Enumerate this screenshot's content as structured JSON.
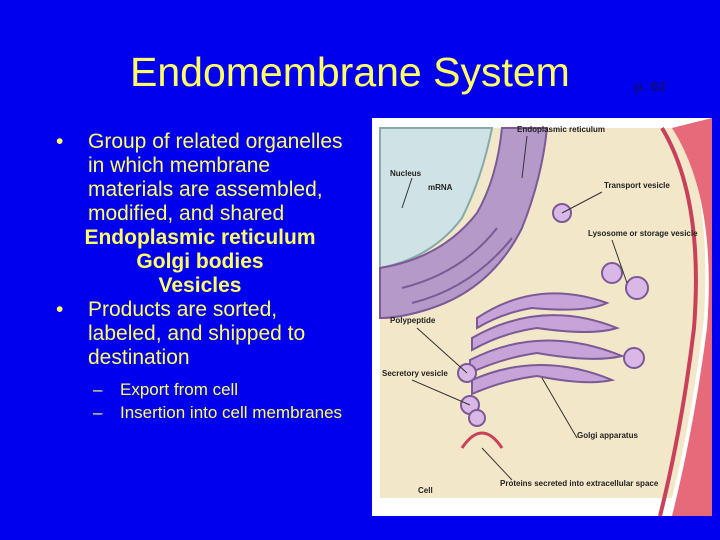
{
  "slide": {
    "title": "Endomembrane System",
    "page_ref": "p. 62",
    "bullets": [
      {
        "text": "Group of related organelles in which membrane materials are assembled, modified, and shared"
      },
      {
        "text": "Products are sorted, labeled, and shipped to destination"
      }
    ],
    "centered_items": [
      "Endoplasmic reticulum",
      "Golgi bodies",
      "Vesicles"
    ],
    "sub_bullets": [
      "Export from cell",
      "Insertion into cell membranes"
    ]
  },
  "diagram": {
    "labels": {
      "endoplasmic_reticulum": "Endoplasmic reticulum",
      "nucleus": "Nucleus",
      "mrna": "mRNA",
      "transport_vesicle": "Transport vesicle",
      "lysosome": "Lysosome or storage vesicle",
      "polypeptide": "Polypeptide",
      "secretory_vesicle": "Secretory vesicle",
      "golgi": "Golgi apparatus",
      "cell": "Cell",
      "proteins_secreted": "Proteins secreted into extracellular space"
    }
  }
}
